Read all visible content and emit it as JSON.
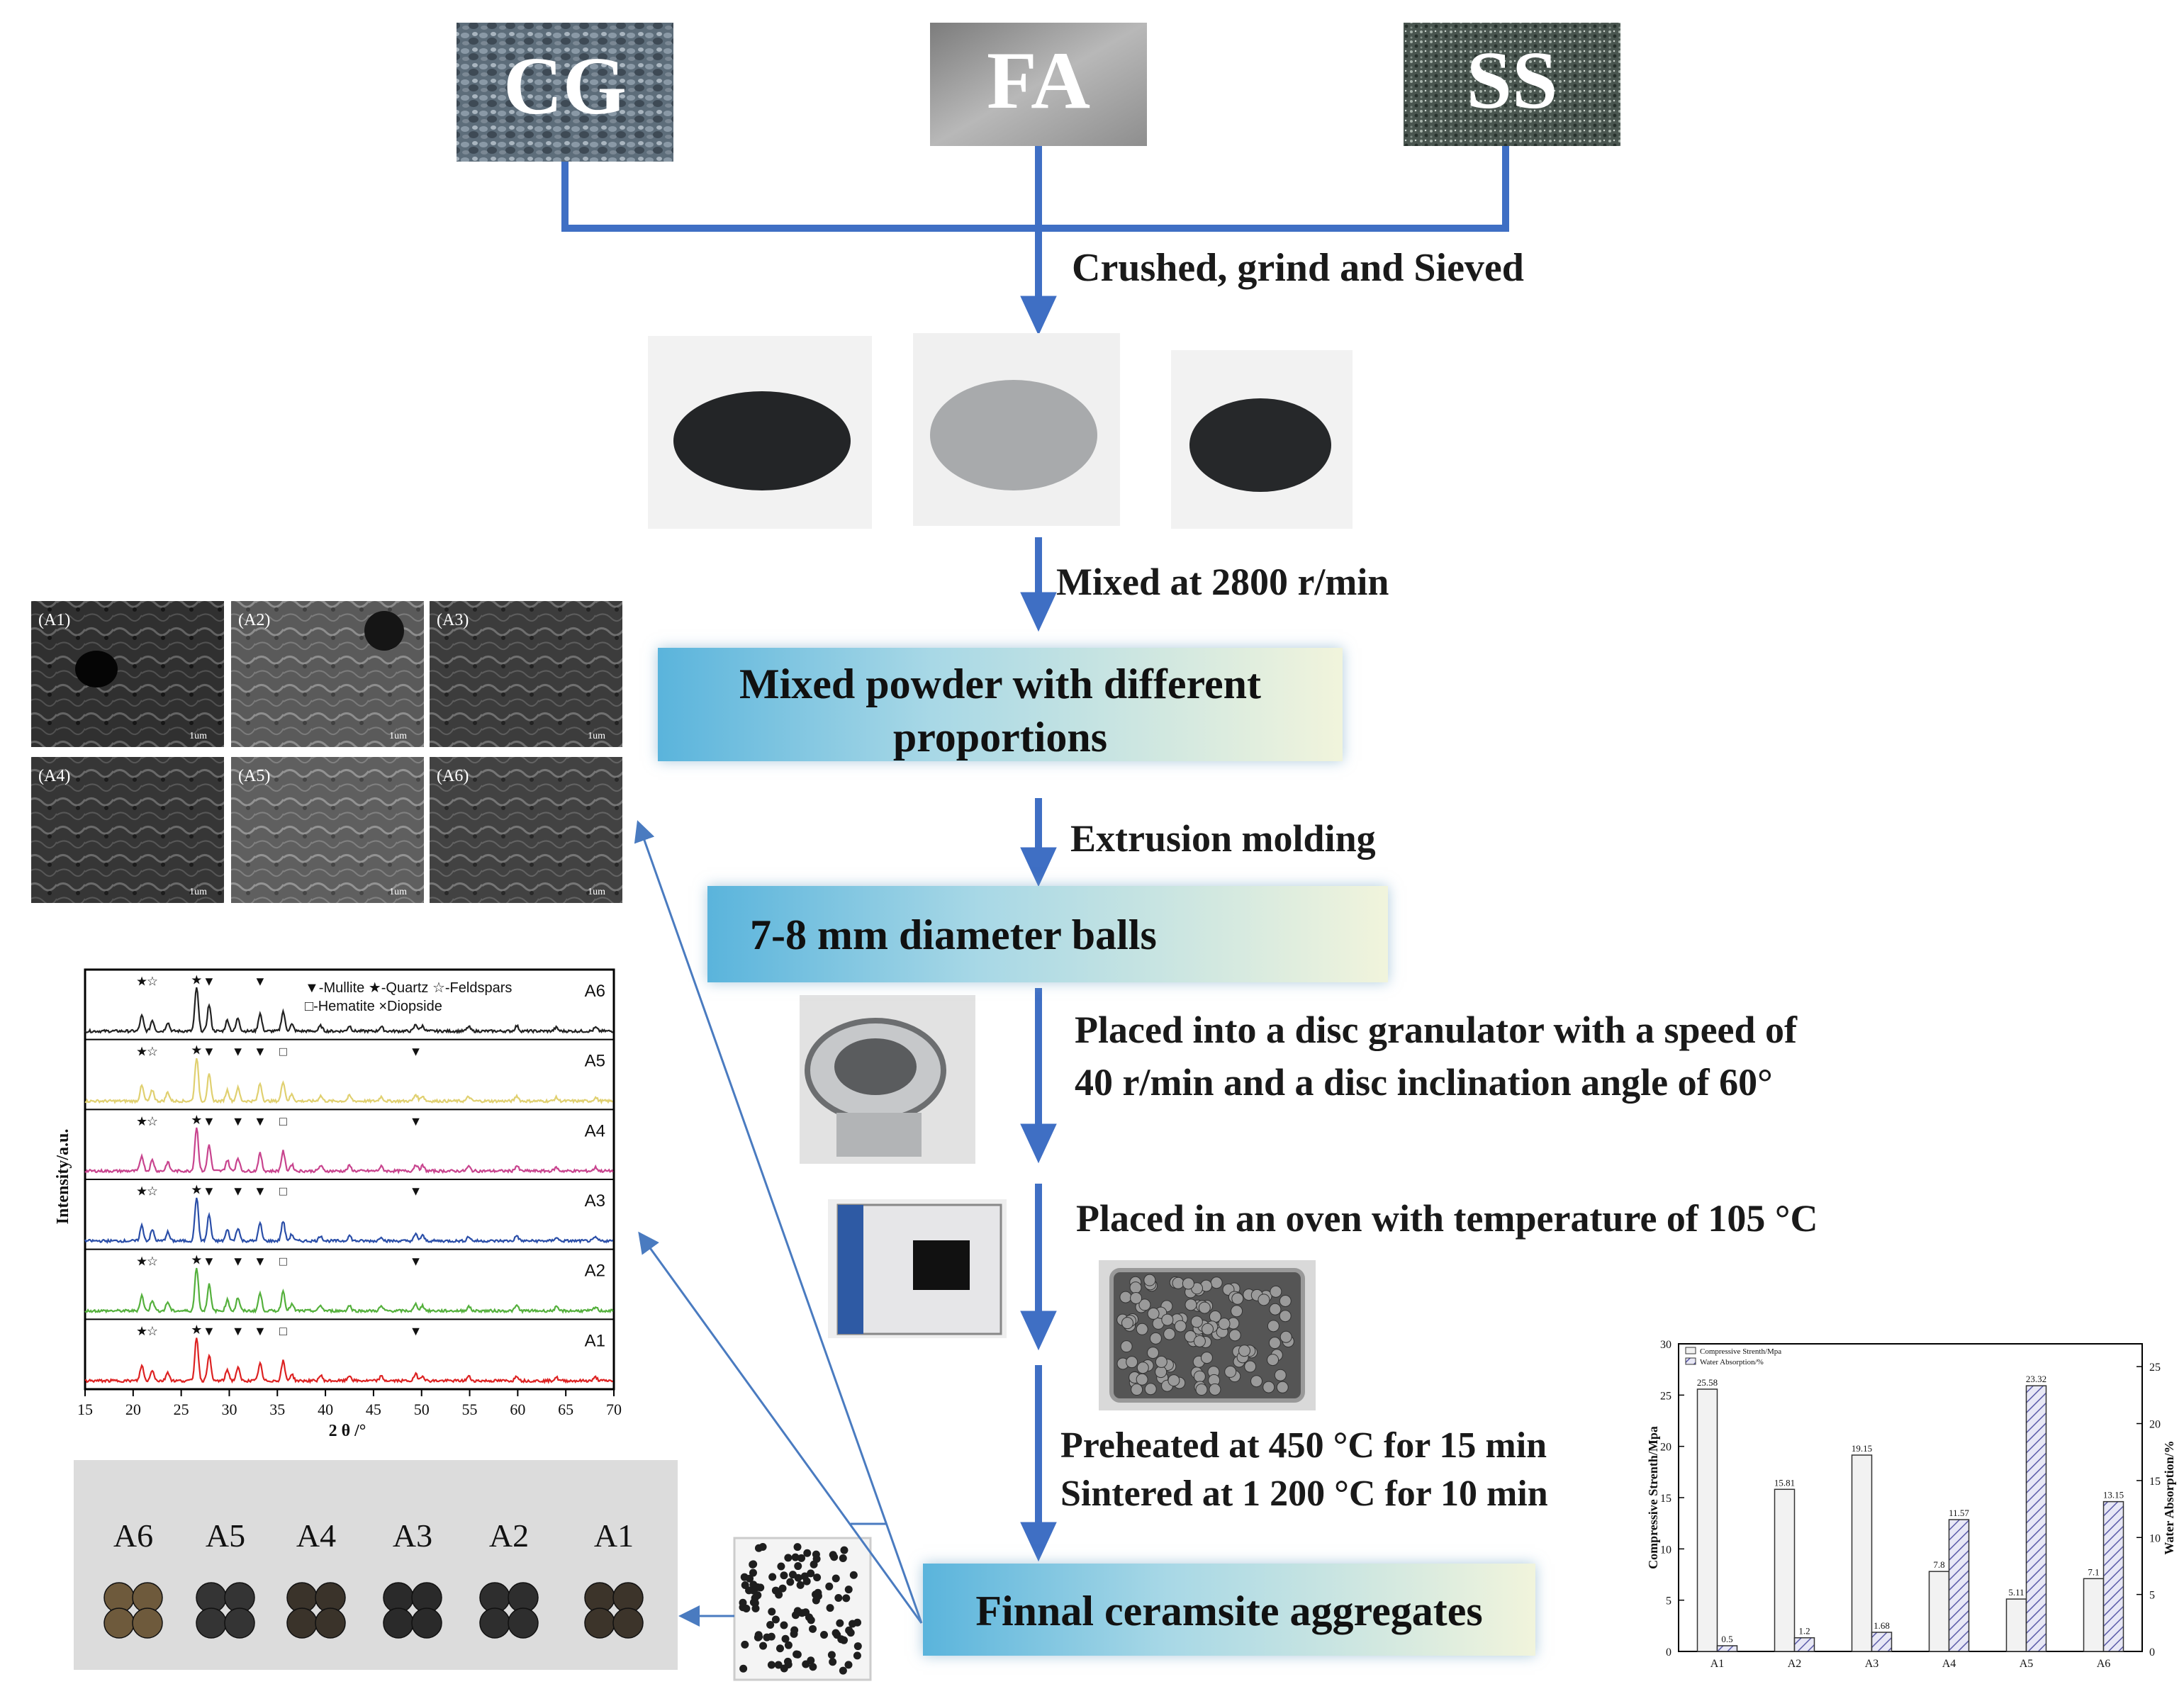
{
  "materials": {
    "cg": "CG",
    "fa": "FA",
    "ss": "SS"
  },
  "steps": {
    "crush": "Crushed, grind and Sieved",
    "mix": "Mixed at 2800 r/min",
    "extrude": "Extrusion molding",
    "granulate_1": "Placed into a disc granulator with a speed of",
    "granulate_2": "40 r/min and a disc inclination angle of 60°",
    "oven": "Placed in an oven with temperature of 105 °C",
    "preheat": "Preheated at 450 °C for 15 min",
    "sinter": "Sintered  at 1 200 °C for 10 min"
  },
  "boxes": {
    "mixed_1": "Mixed powder with different",
    "mixed_2": "proportions",
    "balls": "7-8 mm diameter  balls",
    "final": "Finnal ceramsite aggregates"
  },
  "sem": {
    "labels": [
      "(A1)",
      "(A2)",
      "(A3)",
      "(A4)",
      "(A5)",
      "(A6)"
    ],
    "scale": "1um"
  },
  "xrd": {
    "legend_1": "▼-Mullite  ★-Quartz ☆-Feldspars",
    "legend_2": "□-Hematite ×Diopside",
    "samples": [
      "A6",
      "A5",
      "A4",
      "A3",
      "A2",
      "A1"
    ],
    "colors": [
      "#222222",
      "#e0d070",
      "#c8448e",
      "#2a4ea8",
      "#54b03c",
      "#dd2222"
    ],
    "ylabel": "Intensity/a.u.",
    "xlabel": "2 θ /°",
    "xticks": [
      "15",
      "20",
      "25",
      "30",
      "35",
      "40",
      "45",
      "50",
      "55",
      "60",
      "65",
      "70"
    ]
  },
  "photo_labels": [
    "A6",
    "A5",
    "A4",
    "A3",
    "A2",
    "A1"
  ],
  "chart_data": {
    "type": "bar",
    "categories": [
      "A1",
      "A2",
      "A3",
      "A4",
      "A5",
      "A6"
    ],
    "series": [
      {
        "name": "Compressive Strenth/Mpa",
        "values": [
          25.58,
          15.81,
          19.15,
          7.8,
          5.11,
          7.1
        ],
        "labels": [
          "25.58",
          "15.81",
          "19.15",
          "7.8",
          "5.11",
          "7.1"
        ],
        "axis": "left"
      },
      {
        "name": "Water Absorption/%",
        "values": [
          0.5,
          1.2,
          1.68,
          11.57,
          23.32,
          13.15
        ],
        "labels": [
          "0.5",
          "1.2",
          "1.68",
          "11.57",
          "23.32",
          "13.15"
        ],
        "axis": "right"
      }
    ],
    "ylabel": "Compressive Strenth/Mpa",
    "y2label": "Water Absorption/%",
    "ylim": [
      0,
      30
    ],
    "y2lim": [
      0,
      27
    ],
    "yticks": [
      "0",
      "5",
      "10",
      "15",
      "20",
      "25",
      "30"
    ],
    "y2ticks": [
      "0",
      "5",
      "10",
      "15",
      "20",
      "25"
    ],
    "legend_position": "top-left"
  }
}
